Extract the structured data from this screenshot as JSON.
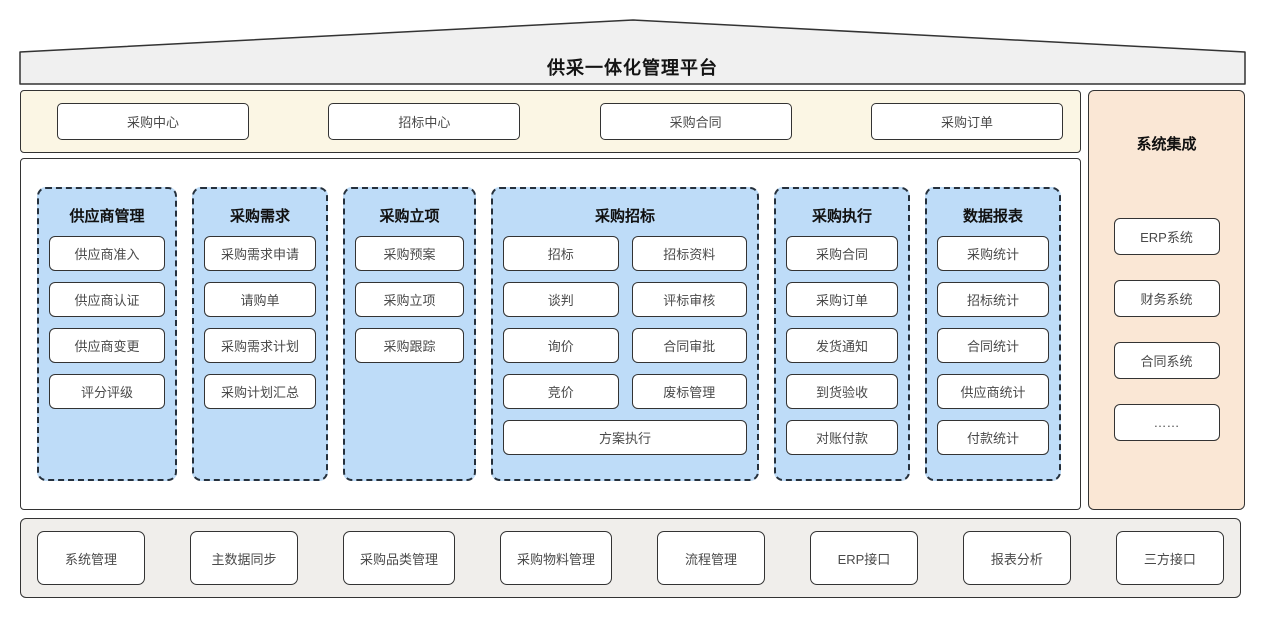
{
  "platform": {
    "title": "供采一体化管理平台"
  },
  "top_band": {
    "items": [
      "采购中心",
      "招标中心",
      "采购合同",
      "采购订单"
    ]
  },
  "modules": [
    {
      "title": "供应商管理",
      "items": [
        "供应商准入",
        "供应商认证",
        "供应商变更",
        "评分评级"
      ]
    },
    {
      "title": "采购需求",
      "items": [
        "采购需求申请",
        "请购单",
        "采购需求计划",
        "采购计划汇总"
      ]
    },
    {
      "title": "采购立项",
      "items": [
        "采购预案",
        "采购立项",
        "采购跟踪"
      ]
    },
    {
      "title": "采购招标",
      "items": [
        "招标",
        "招标资料",
        "谈判",
        "评标审核",
        "询价",
        "合同审批",
        "竞价",
        "废标管理",
        "方案执行"
      ]
    },
    {
      "title": "采购执行",
      "items": [
        "采购合同",
        "采购订单",
        "发货通知",
        "到货验收",
        "对账付款"
      ]
    },
    {
      "title": "数据报表",
      "items": [
        "采购统计",
        "招标统计",
        "合同统计",
        "供应商统计",
        "付款统计"
      ]
    }
  ],
  "integration": {
    "title": "系统集成",
    "items": [
      "ERP系统",
      "财务系统",
      "合同系统",
      "……"
    ]
  },
  "bottom_band": {
    "items": [
      "系统管理",
      "主数据同步",
      "采购品类管理",
      "采购物料管理",
      "流程管理",
      "ERP接口",
      "报表分析",
      "三方接口"
    ]
  },
  "colors": {
    "roof_fill": "#f0f0f0",
    "top_band_fill": "#fbf6e4",
    "module_fill": "#bedcf8",
    "integration_fill": "#fae7d5",
    "bottom_band_fill": "#f0eeeb",
    "border": "#333333",
    "label_text": "#4a4a4a"
  }
}
